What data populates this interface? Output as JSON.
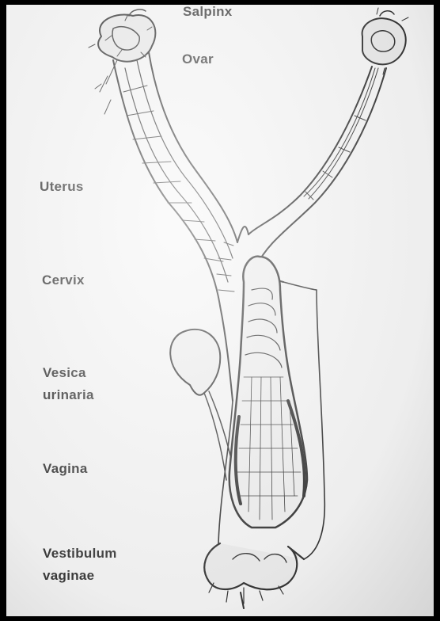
{
  "labels": {
    "salpinx": "Salpinx",
    "ovar": "Ovar",
    "uterus": "Uterus",
    "cervix": "Cervix",
    "vesica_line1": "Vesica",
    "vesica_line2": "urinaria",
    "vagina": "Vagina",
    "vestibulum_line1": "Vestibulum",
    "vestibulum_line2": "vaginae"
  },
  "colors": {
    "background": "#f4f4f4",
    "ink": "#1a1a1a",
    "frame": "#000000"
  }
}
